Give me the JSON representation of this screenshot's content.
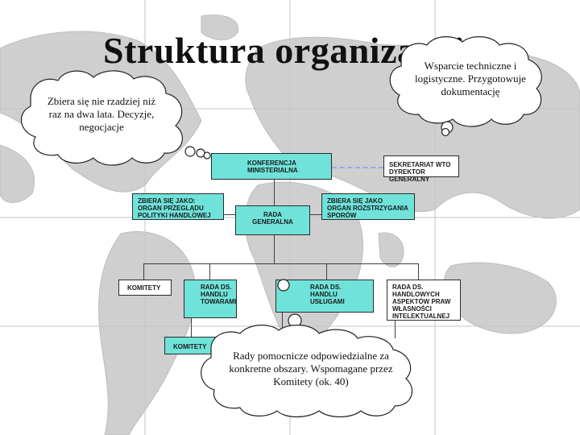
{
  "title": "Struktura organizacyjna",
  "callouts": {
    "left": "Zbiera się nie rzadziej niż raz na dwa lata. Decyzje, negocjacje",
    "right": "Wsparcie techniczne i logistyczne. Przygotowuje dokumentację",
    "bottom": "Rady pomocnicze odpowiedzialne za konkretne obszary. Wspomagane przez Komitety (ok. 40)"
  },
  "boxes": {
    "ministerial": "KONFERENCJA\nMINISTERIALNA",
    "secretariat": "Sekretariat WTO\nDyrektor Generalny",
    "review": "zbiera się jako:\nORGAN PRZEGLĄDU\nPOLITYKI HANDLOWEJ",
    "dispute": "zbiera się jako\nORGAN ROZSTRZYGANIA\nSPORÓW",
    "general_council": "RADA\nGENERALNA",
    "committees": "KOMITETY",
    "goods_council": "RADA ds.\nHANDLU\nTOWARAMI",
    "services_council": "RADA ds.\nHANDLU USŁUGAMI",
    "trips_council": "RADA ds.\nHANDLOWYCH\nASPEKTÓW PRAW\nWŁASNOŚCI\nINTELEKTUALNEJ",
    "committees_lower": "KOMITETY"
  },
  "colors": {
    "box_fill": "#6fe3da",
    "connector_dashed": "#9aa8e8"
  }
}
